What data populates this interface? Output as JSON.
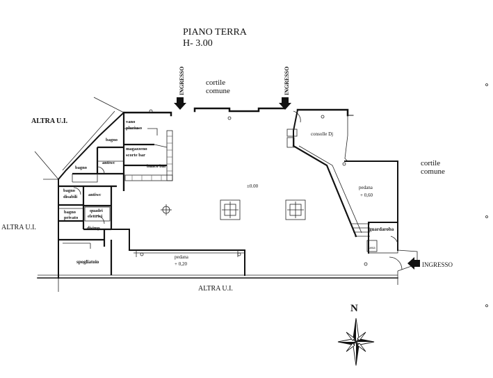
{
  "title": {
    "line1": "PIANO TERRA",
    "line2": "H- 3.00"
  },
  "labels": {
    "ingresso_1": "INGRESSO",
    "ingresso_2": "INGRESSO",
    "ingresso_3": "INGRESSO",
    "cortile_1_a": "cortile",
    "cortile_1_b": "comune",
    "cortile_2_a": "cortile",
    "cortile_2_b": "comune",
    "altra_ui_top": "ALTRA U.I.",
    "altra_ui_left": "ALTRA U.I.",
    "altra_ui_bottom": "ALTRA U.I.",
    "vano_a": "vano",
    "vano_b": "pluriuso",
    "bagno_1": "bagno",
    "bagno_2": "bagno",
    "antiwc_1": "antiwc",
    "antiwc_2": "antiwc",
    "magazzeno_a": "magazzeno",
    "magazzeno_b": "scorte bar",
    "banco_bar": "banco bar",
    "bagno_disabili_a": "bagno",
    "bagno_disabili_b": "disabili",
    "bagno_privato_a": "bagno",
    "bagno_privato_b": "privato",
    "quadri_a": "quadri",
    "quadri_b": "elettrici",
    "disimp": "disimp.",
    "spogliatoio": "spogliatoio",
    "consolle": "consolle Dj",
    "pedana_1_a": "pedana",
    "pedana_1_b": "+ 0,60",
    "pedana_2_a": "pedana",
    "pedana_2_b": "+ 0,20",
    "quota_0": "±0.00",
    "guardaroba": "guardaroba",
    "cassa": "cassa",
    "north": "N"
  }
}
